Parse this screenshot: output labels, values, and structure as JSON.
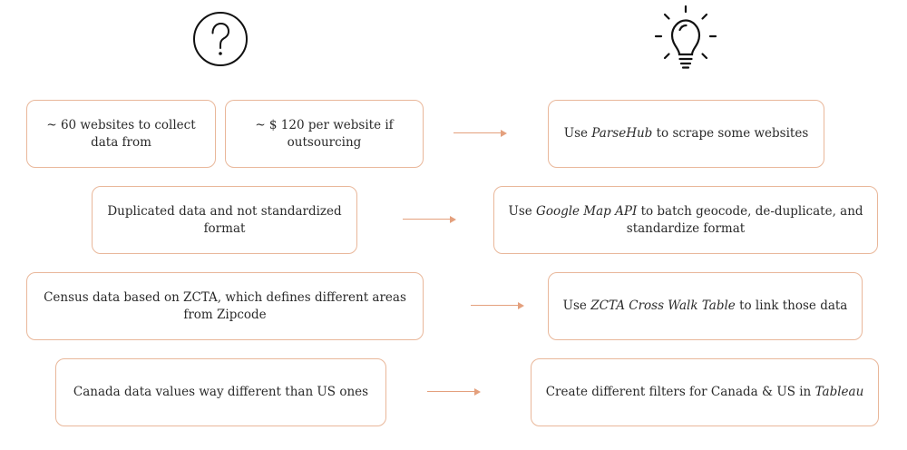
{
  "problems": [
    {
      "text": "~ 60 websites to collect data from"
    },
    {
      "text": "~ $ 120 per website if outsourcing"
    },
    {
      "text": "Duplicated data and not standardized format"
    },
    {
      "text": "Census data based on ZCTA, which defines different areas from Zipcode"
    },
    {
      "text": "Canada data values way different than US ones"
    }
  ],
  "solutions": [
    {
      "pre": "Use ",
      "em": "ParseHub",
      "post": " to scrape some websites"
    },
    {
      "pre": "Use ",
      "em": "Google Map API",
      "post": " to batch geocode, de-duplicate, and standardize format"
    },
    {
      "pre": "Use ",
      "em": "ZCTA Cross Walk Table",
      "post": " to link those data"
    },
    {
      "pre": "Create different filters for Canada & US in ",
      "em": "Tableau",
      "post": ""
    }
  ],
  "icons": {
    "left": "question-mark-icon",
    "right": "lightbulb-icon"
  },
  "colors": {
    "box_border": "#e9b79a",
    "arrow": "#e4a07d"
  }
}
